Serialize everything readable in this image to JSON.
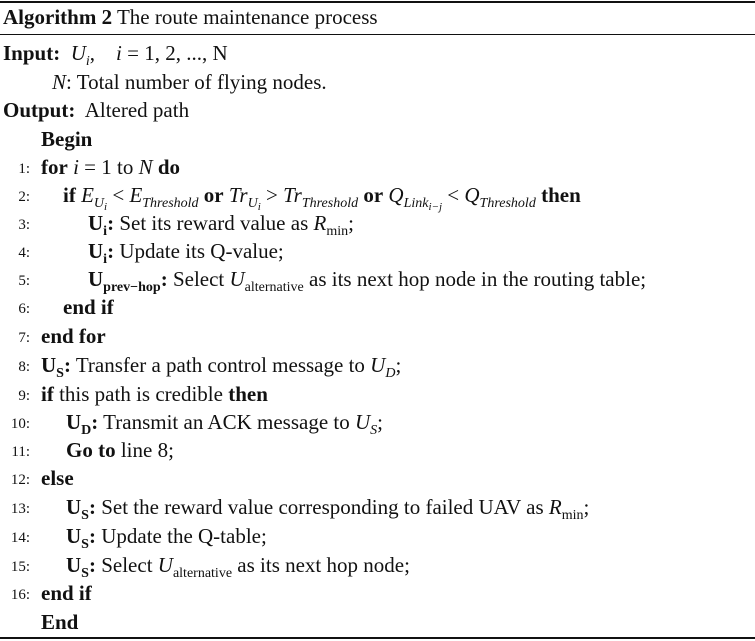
{
  "algorithm": {
    "label": "Algorithm 2",
    "title": "The route maintenance process"
  },
  "input": {
    "keyword": "Input:",
    "var": "U",
    "var_sub": "i",
    "range_var": "i",
    "range_values": "1, 2, ..., N",
    "n_var": "N",
    "n_desc": ": Total number of flying nodes."
  },
  "output": {
    "keyword": "Output:",
    "text": "Altered path"
  },
  "begin": "Begin",
  "end": "End",
  "lines": {
    "l1": {
      "num": "1:",
      "kw_for": "for",
      "var": "i",
      "eq": "= 1 to",
      "n": "N",
      "kw_do": "do"
    },
    "l2": {
      "num": "2:",
      "kw_if": "if",
      "e": "E",
      "e_sub": "U",
      "e_sub_sub": "i",
      "lt1": "<",
      "e_th": "E",
      "e_th_sub": "Threshold",
      "kw_or1": "or",
      "tr": "Tr",
      "tr_sub": "U",
      "tr_sub_sub": "i",
      "gt": ">",
      "tr_th": "Tr",
      "tr_th_sub": "Threshold",
      "kw_or2": "or",
      "q": "Q",
      "q_sub": "Link",
      "q_sub_sub": "i−j",
      "lt2": "<",
      "q_th": "Q",
      "q_th_sub": "Threshold",
      "kw_then": "then"
    },
    "l3": {
      "num": "3:",
      "actor": "U",
      "actor_sub": "i",
      "text": "Set its reward value as",
      "r": "R",
      "r_sub": "min",
      "tail": ";"
    },
    "l4": {
      "num": "4:",
      "actor": "U",
      "actor_sub": "i",
      "text": "Update its Q-value;"
    },
    "l5": {
      "num": "5:",
      "actor": "U",
      "actor_sub": "prev−hop",
      "text": "Select",
      "u": "U",
      "u_sub": "alternative",
      "tail": "as its next hop node in the routing table;"
    },
    "l6": {
      "num": "6:",
      "text": "end if"
    },
    "l7": {
      "num": "7:",
      "text": "end for"
    },
    "l8": {
      "num": "8:",
      "actor": "U",
      "actor_sub": "S",
      "text": "Transfer a path control message to",
      "u": "U",
      "u_sub": "D",
      "tail": ";"
    },
    "l9": {
      "num": "9:",
      "kw_if": "if",
      "text": "this path is credible",
      "kw_then": "then"
    },
    "l10": {
      "num": "10:",
      "actor": "U",
      "actor_sub": "D",
      "text": "Transmit an ACK message to",
      "u": "U",
      "u_sub": "S",
      "tail": ";"
    },
    "l11": {
      "num": "11:",
      "kw": "Go to",
      "text": "line 8;"
    },
    "l12": {
      "num": "12:",
      "text": "else"
    },
    "l13": {
      "num": "13:",
      "actor": "U",
      "actor_sub": "S",
      "text": "Set the reward value corresponding to failed UAV as",
      "r": "R",
      "r_sub": "min",
      "tail": ";"
    },
    "l14": {
      "num": "14:",
      "actor": "U",
      "actor_sub": "S",
      "text": "Update the Q-table;"
    },
    "l15": {
      "num": "15:",
      "actor": "U",
      "actor_sub": "S",
      "text": "Select",
      "u": "U",
      "u_sub": "alternative",
      "tail": "as its next hop node;"
    },
    "l16": {
      "num": "16:",
      "text": "end if"
    }
  }
}
